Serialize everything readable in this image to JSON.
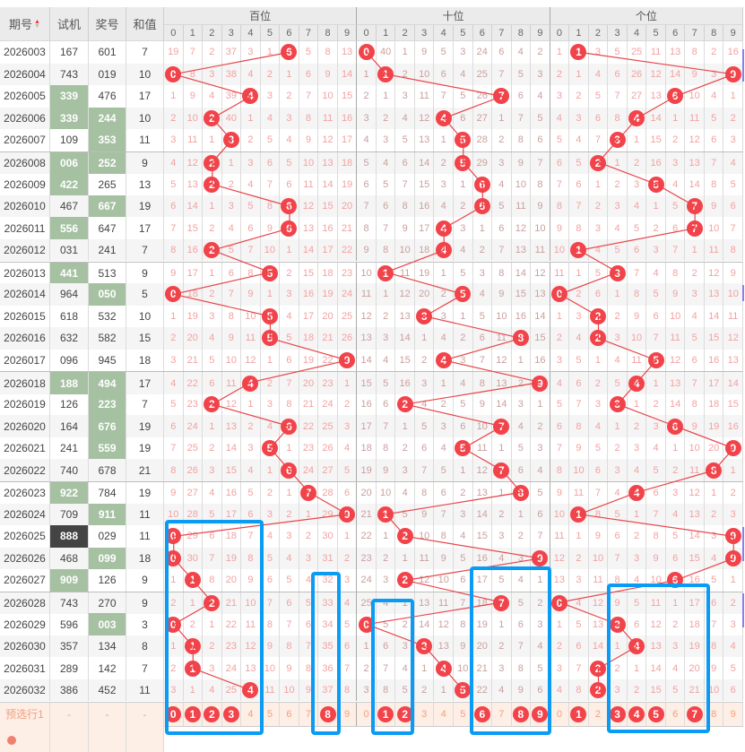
{
  "header": {
    "period": "期号",
    "test": "试机",
    "draw": "奖号",
    "sum": "和值",
    "sections": [
      "百位",
      "十位",
      "个位"
    ],
    "digits": [
      "0",
      "1",
      "2",
      "3",
      "4",
      "5",
      "6",
      "7",
      "8",
      "9"
    ]
  },
  "colors": {
    "ball": "#f2434a",
    "highlight": "#a5c1a2",
    "leopard": "#444444",
    "box": "#0a9bf5",
    "line": "#e8454a"
  },
  "rows": [
    {
      "period": "2026003",
      "test": "167",
      "draw": "601",
      "sum": "7"
    },
    {
      "period": "2026004",
      "test": "743",
      "draw": "019",
      "sum": "10"
    },
    {
      "period": "2026005",
      "test": "339",
      "draw": "476",
      "sum": "17",
      "test_hl": "group3"
    },
    {
      "period": "2026006",
      "test": "339",
      "draw": "244",
      "sum": "10",
      "test_hl": "group3",
      "draw_hl": "group3"
    },
    {
      "period": "2026007",
      "test": "109",
      "draw": "353",
      "sum": "11",
      "draw_hl": "group3"
    },
    {
      "period": "2026008",
      "test": "006",
      "draw": "252",
      "sum": "9",
      "test_hl": "group3",
      "draw_hl": "group3"
    },
    {
      "period": "2026009",
      "test": "422",
      "draw": "265",
      "sum": "13",
      "test_hl": "group3"
    },
    {
      "period": "2026010",
      "test": "467",
      "draw": "667",
      "sum": "19",
      "draw_hl": "group3"
    },
    {
      "period": "2026011",
      "test": "556",
      "draw": "647",
      "sum": "17",
      "test_hl": "group3"
    },
    {
      "period": "2026012",
      "test": "031",
      "draw": "241",
      "sum": "7"
    },
    {
      "period": "2026013",
      "test": "441",
      "draw": "513",
      "sum": "9",
      "test_hl": "group3"
    },
    {
      "period": "2026014",
      "test": "964",
      "draw": "050",
      "sum": "5",
      "draw_hl": "group3"
    },
    {
      "period": "2026015",
      "test": "618",
      "draw": "532",
      "sum": "10"
    },
    {
      "period": "2026016",
      "test": "632",
      "draw": "582",
      "sum": "15"
    },
    {
      "period": "2026017",
      "test": "096",
      "draw": "945",
      "sum": "18"
    },
    {
      "period": "2026018",
      "test": "188",
      "draw": "494",
      "sum": "17",
      "test_hl": "group3",
      "draw_hl": "group3"
    },
    {
      "period": "2026019",
      "test": "126",
      "draw": "223",
      "sum": "7",
      "draw_hl": "group3"
    },
    {
      "period": "2026020",
      "test": "164",
      "draw": "676",
      "sum": "19",
      "draw_hl": "group3"
    },
    {
      "period": "2026021",
      "test": "241",
      "draw": "559",
      "sum": "19",
      "draw_hl": "group3"
    },
    {
      "period": "2026022",
      "test": "740",
      "draw": "678",
      "sum": "21"
    },
    {
      "period": "2026023",
      "test": "922",
      "draw": "784",
      "sum": "19",
      "test_hl": "group3"
    },
    {
      "period": "2026024",
      "test": "709",
      "draw": "911",
      "sum": "11",
      "draw_hl": "group3"
    },
    {
      "period": "2026025",
      "test": "888",
      "draw": "029",
      "sum": "11",
      "test_hl": "leopard"
    },
    {
      "period": "2026026",
      "test": "468",
      "draw": "099",
      "sum": "18",
      "draw_hl": "group3"
    },
    {
      "period": "2026027",
      "test": "909",
      "draw": "126",
      "sum": "9",
      "test_hl": "group3"
    },
    {
      "period": "2026028",
      "test": "743",
      "draw": "270",
      "sum": "9"
    },
    {
      "period": "2026029",
      "test": "596",
      "draw": "003",
      "sum": "3",
      "draw_hl": "group3"
    },
    {
      "period": "2026030",
      "test": "357",
      "draw": "134",
      "sum": "8"
    },
    {
      "period": "2026031",
      "test": "289",
      "draw": "142",
      "sum": "7"
    },
    {
      "period": "2026032",
      "test": "386",
      "draw": "452",
      "sum": "11"
    }
  ],
  "miss_by_column": {
    "hundreds": [
      [
        19,
        0,
        1,
        2,
        3,
        4,
        5,
        6,
        7,
        8,
        9,
        0,
        1,
        2,
        3,
        4,
        5,
        6,
        7,
        8,
        9,
        10,
        0,
        0,
        1,
        2,
        0,
        1,
        2,
        3
      ],
      [
        7,
        8,
        9,
        10,
        11,
        12,
        13,
        14,
        15,
        16,
        17,
        18,
        19,
        20,
        21,
        22,
        23,
        24,
        25,
        26,
        27,
        28,
        29,
        30,
        0,
        1,
        2,
        0,
        0,
        1
      ],
      [
        2,
        3,
        4,
        0,
        1,
        0,
        0,
        1,
        2,
        0,
        1,
        2,
        3,
        4,
        5,
        6,
        0,
        1,
        2,
        3,
        4,
        5,
        6,
        7,
        8,
        0,
        1,
        2,
        3,
        4
      ],
      [
        37,
        38,
        39,
        40,
        0,
        1,
        2,
        3,
        4,
        5,
        6,
        7,
        8,
        9,
        10,
        11,
        12,
        13,
        14,
        15,
        16,
        17,
        18,
        19,
        20,
        21,
        22,
        23,
        24,
        25
      ],
      [
        3,
        4,
        0,
        1,
        2,
        3,
        4,
        5,
        6,
        7,
        8,
        9,
        10,
        11,
        12,
        0,
        1,
        2,
        3,
        4,
        5,
        6,
        7,
        8,
        9,
        10,
        11,
        12,
        13,
        0
      ],
      [
        1,
        2,
        3,
        4,
        5,
        6,
        7,
        8,
        9,
        10,
        0,
        1,
        0,
        0,
        1,
        2,
        3,
        4,
        0,
        1,
        2,
        3,
        4,
        5,
        6,
        7,
        8,
        9,
        10,
        11
      ],
      [
        0,
        1,
        2,
        3,
        4,
        5,
        6,
        0,
        0,
        1,
        2,
        3,
        4,
        5,
        6,
        7,
        8,
        0,
        1,
        0,
        1,
        2,
        3,
        4,
        5,
        6,
        7,
        8,
        9,
        10
      ],
      [
        5,
        6,
        7,
        8,
        9,
        10,
        11,
        12,
        13,
        14,
        15,
        16,
        17,
        18,
        19,
        20,
        21,
        22,
        23,
        24,
        0,
        1,
        2,
        3,
        4,
        5,
        6,
        7,
        8,
        9
      ],
      [
        8,
        9,
        10,
        11,
        12,
        13,
        14,
        15,
        16,
        17,
        18,
        19,
        20,
        21,
        22,
        23,
        24,
        25,
        26,
        27,
        28,
        29,
        30,
        31,
        32,
        33,
        34,
        35,
        36,
        37
      ],
      [
        13,
        14,
        15,
        16,
        17,
        18,
        19,
        20,
        21,
        22,
        23,
        24,
        25,
        26,
        0,
        1,
        2,
        3,
        4,
        5,
        6,
        0,
        1,
        2,
        3,
        4,
        5,
        6,
        7,
        8
      ]
    ],
    "tens": [
      [
        0,
        1,
        2,
        3,
        4,
        5,
        6,
        7,
        8,
        9,
        10,
        11,
        12,
        13,
        14,
        15,
        16,
        17,
        18,
        19,
        20,
        21,
        22,
        23,
        24,
        25,
        0,
        1,
        2,
        3
      ],
      [
        40,
        0,
        1,
        2,
        3,
        4,
        5,
        6,
        7,
        8,
        0,
        1,
        2,
        3,
        4,
        5,
        6,
        7,
        8,
        9,
        10,
        0,
        1,
        2,
        3,
        4,
        5,
        6,
        7,
        8
      ],
      [
        1,
        2,
        3,
        4,
        5,
        6,
        7,
        8,
        9,
        10,
        11,
        12,
        13,
        14,
        15,
        16,
        0,
        1,
        2,
        3,
        4,
        5,
        0,
        1,
        0,
        1,
        2,
        3,
        4,
        5
      ],
      [
        9,
        10,
        11,
        12,
        13,
        14,
        15,
        16,
        17,
        18,
        19,
        20,
        0,
        1,
        2,
        3,
        4,
        5,
        6,
        7,
        8,
        9,
        10,
        11,
        12,
        13,
        14,
        0,
        1,
        2
      ],
      [
        5,
        6,
        7,
        0,
        1,
        2,
        3,
        4,
        0,
        0,
        1,
        2,
        3,
        4,
        0,
        1,
        2,
        3,
        4,
        5,
        6,
        7,
        8,
        9,
        10,
        11,
        12,
        13,
        0,
        1
      ],
      [
        3,
        4,
        5,
        6,
        0,
        0,
        1,
        2,
        3,
        4,
        5,
        0,
        1,
        2,
        3,
        4,
        5,
        6,
        0,
        1,
        2,
        3,
        4,
        5,
        6,
        7,
        8,
        9,
        10,
        0
      ],
      [
        24,
        25,
        26,
        27,
        28,
        29,
        0,
        0,
        1,
        2,
        3,
        4,
        5,
        6,
        7,
        8,
        9,
        10,
        11,
        12,
        13,
        14,
        15,
        16,
        17,
        18,
        19,
        20,
        21,
        22
      ],
      [
        6,
        7,
        0,
        1,
        2,
        3,
        4,
        5,
        6,
        7,
        8,
        9,
        10,
        11,
        12,
        13,
        14,
        0,
        1,
        0,
        1,
        2,
        3,
        4,
        5,
        0,
        1,
        2,
        3,
        4
      ],
      [
        4,
        5,
        6,
        7,
        8,
        9,
        10,
        11,
        12,
        13,
        14,
        15,
        16,
        0,
        1,
        2,
        3,
        4,
        5,
        6,
        0,
        1,
        2,
        3,
        4,
        5,
        6,
        7,
        8,
        9
      ],
      [
        2,
        3,
        4,
        5,
        6,
        7,
        8,
        9,
        10,
        11,
        12,
        13,
        14,
        15,
        16,
        0,
        1,
        2,
        3,
        4,
        5,
        6,
        7,
        0,
        1,
        2,
        3,
        4,
        5,
        6
      ]
    ],
    "units": [
      [
        1,
        2,
        3,
        4,
        5,
        6,
        7,
        8,
        9,
        10,
        11,
        0,
        1,
        2,
        3,
        4,
        5,
        6,
        7,
        8,
        9,
        10,
        11,
        12,
        13,
        0,
        1,
        2,
        3,
        4
      ],
      [
        0,
        1,
        2,
        3,
        4,
        5,
        6,
        7,
        8,
        0,
        1,
        2,
        3,
        4,
        5,
        6,
        7,
        8,
        9,
        10,
        11,
        0,
        1,
        2,
        3,
        4,
        5,
        6,
        7,
        8
      ],
      [
        3,
        4,
        5,
        6,
        7,
        0,
        1,
        2,
        3,
        4,
        5,
        6,
        0,
        0,
        1,
        2,
        3,
        4,
        5,
        6,
        7,
        8,
        9,
        10,
        11,
        12,
        13,
        14,
        0,
        0
      ],
      [
        5,
        6,
        7,
        8,
        0,
        1,
        2,
        3,
        4,
        5,
        0,
        1,
        2,
        3,
        4,
        5,
        0,
        1,
        2,
        3,
        4,
        5,
        6,
        7,
        8,
        9,
        0,
        1,
        2,
        3
      ],
      [
        25,
        26,
        27,
        0,
        1,
        2,
        3,
        4,
        5,
        6,
        7,
        8,
        9,
        10,
        11,
        0,
        1,
        2,
        3,
        4,
        0,
        1,
        2,
        3,
        4,
        5,
        6,
        0,
        1,
        2
      ],
      [
        11,
        12,
        13,
        14,
        15,
        16,
        0,
        1,
        2,
        3,
        4,
        5,
        6,
        7,
        0,
        1,
        2,
        3,
        4,
        5,
        6,
        7,
        8,
        9,
        10,
        11,
        12,
        13,
        14,
        15
      ],
      [
        13,
        14,
        0,
        1,
        2,
        3,
        4,
        5,
        6,
        7,
        8,
        9,
        10,
        11,
        12,
        13,
        14,
        0,
        1,
        2,
        3,
        4,
        5,
        6,
        0,
        1,
        2,
        3,
        4,
        5
      ],
      [
        8,
        9,
        10,
        11,
        12,
        13,
        14,
        0,
        0,
        1,
        2,
        3,
        4,
        5,
        6,
        7,
        8,
        9,
        10,
        11,
        12,
        13,
        14,
        15,
        16,
        17,
        18,
        19,
        20,
        21
      ],
      [
        2,
        3,
        4,
        5,
        6,
        7,
        8,
        9,
        10,
        11,
        12,
        13,
        14,
        15,
        16,
        17,
        18,
        19,
        20,
        0,
        1,
        2,
        3,
        4,
        5,
        6,
        7,
        8,
        9,
        10
      ],
      [
        16,
        0,
        1,
        2,
        3,
        4,
        5,
        6,
        7,
        8,
        9,
        10,
        11,
        12,
        13,
        14,
        15,
        16,
        0,
        1,
        2,
        3,
        0,
        0,
        1,
        2,
        3,
        4,
        5,
        6
      ]
    ]
  },
  "preselect": {
    "label": "预选行1",
    "test": "-",
    "draw": "-",
    "sum": "-",
    "selected": [
      [
        0,
        1,
        2,
        3,
        8
      ],
      [
        1,
        2,
        6,
        8,
        9
      ],
      [
        1,
        3,
        4,
        5,
        7
      ]
    ]
  }
}
